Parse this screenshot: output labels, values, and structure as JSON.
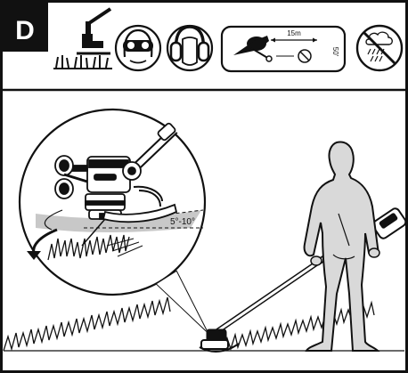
{
  "step": {
    "letter": "D"
  },
  "safety_icons": [
    {
      "name": "grass-height-icon"
    },
    {
      "name": "eye-protection-icon"
    },
    {
      "name": "ear-protection-icon"
    },
    {
      "name": "bystander-distance-icon",
      "distance_label": "15m",
      "side_label": "50'"
    },
    {
      "name": "no-rain-icon"
    }
  ],
  "detail": {
    "angle_label": "5°-10°"
  }
}
